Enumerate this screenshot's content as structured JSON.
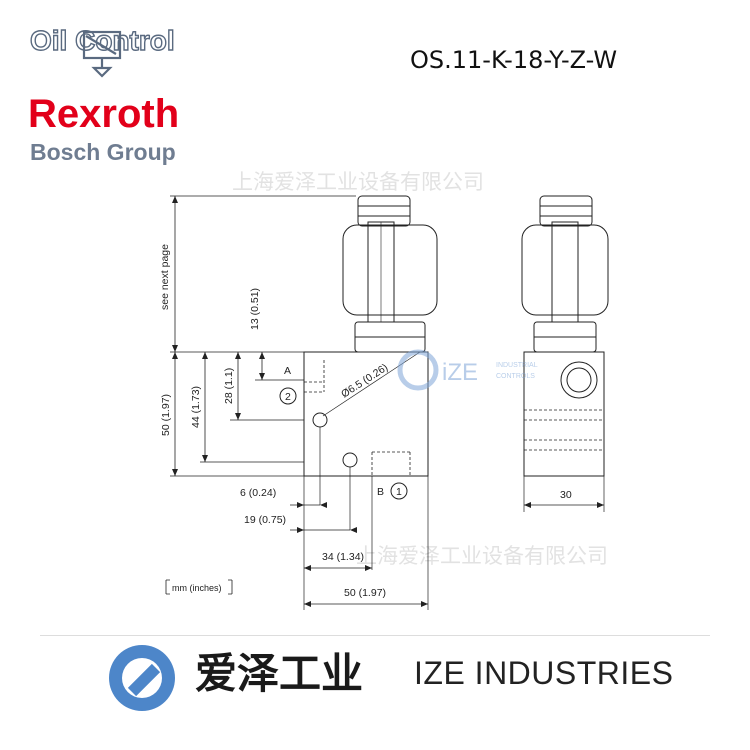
{
  "brand": {
    "oil_control": "Oil Control",
    "rexroth": "Rexroth",
    "bosch": "Bosch Group"
  },
  "part_code": "OS.11-K-18-Y-Z-W",
  "watermarks": {
    "cn_top": "上海爱泽工业设备有限公司",
    "cn_mid": "上海爱泽工业设备有限公司",
    "ize_word": "iZE",
    "ize_sub1": "INDUSTRIAL",
    "ize_sub2": "CONTROLS"
  },
  "dimensions": {
    "see_next_page": "see next page",
    "d13": "13 (0.51)",
    "d28": "28 (1.1)",
    "d44": "44 (1.73)",
    "d50_left": "50 (1.97)",
    "d6": "6 (0.24)",
    "d19": "19 (0.75)",
    "d34": "34 (1.34)",
    "d50_bottom": "50 (1.97)",
    "d30": "30",
    "hole": "Ø6.5 (0.26)",
    "port_a": "A",
    "port_a_num": "2",
    "port_b": "B",
    "port_b_num": "1",
    "units": "mm (inches)"
  },
  "footer": {
    "cn": "爱泽工业",
    "en": "IZE INDUSTRIES"
  },
  "colors": {
    "rexroth_red": "#e2001a",
    "bosch_gray": "#6f7d91",
    "ize_blue": "#3b6fb6"
  }
}
